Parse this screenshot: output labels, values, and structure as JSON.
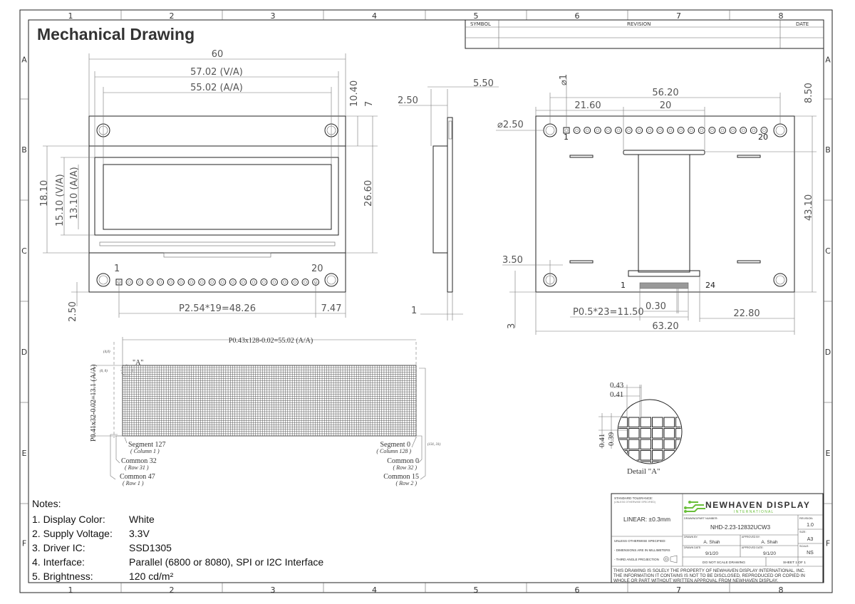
{
  "title": "Mechanical Drawing",
  "zones": {
    "columns": [
      "1",
      "2",
      "3",
      "4",
      "5",
      "6",
      "7",
      "8"
    ],
    "rows": [
      "A",
      "B",
      "C",
      "D",
      "E",
      "F"
    ]
  },
  "revision_table": {
    "headers": [
      "SYMBOL",
      "REVISION",
      "DATE"
    ]
  },
  "front_view": {
    "width": "60",
    "va_width": "57.02 (V/A)",
    "aa_width": "55.02 (A/A)",
    "dim_top1": "10.40",
    "dim_top2": "7",
    "height": "26.60",
    "dim_left1": "18.10",
    "dim_left2": "15.10 (V/A)",
    "dim_left3": "13.10 (A/A)",
    "pin_first": "1",
    "pin_last": "20",
    "pitch": "P2.54*19=48.26",
    "pin_offset": "7.47",
    "pin_y": "2.50"
  },
  "side_view": {
    "dim_a": "2.50",
    "dim_b": "5.50",
    "dim_c": "1"
  },
  "rear_view": {
    "hole_dia": "⌀1",
    "mount_dia": "⌀2.50",
    "pin_span": "56.20",
    "offset": "21.60",
    "fpc_width": "20",
    "top": "8.50",
    "height": "43.10",
    "hole_x": "3.50",
    "hole_y": "3",
    "pin_first": "1",
    "pin_last": "20",
    "fpc_first": "1",
    "fpc_last": "24",
    "fpc_pitch": "P0.5*23=11.50",
    "fpc_pin": "0.30",
    "fpc_offset": "22.80",
    "width": "63.20"
  },
  "pixel_map": {
    "width_dim": "P0.43x128-0.02=55.02 (A/A)",
    "height_dim": "P0.41x32-0.02=13.1 (A/A)",
    "origin": "(0, 0)",
    "origin2": "(4,0)",
    "end": "(131, 31)",
    "detail_ref": "\"A\"",
    "labels": {
      "seg127": "Segment 127",
      "col1": "( Column 1 )",
      "com32": "Common 32",
      "row31": "( Row 31 )",
      "com47": "Common 47",
      "row1": "( Row 1 )",
      "seg0": "Segment 0",
      "col128": "( Column 128 )",
      "com0": "Common 0",
      "row32": "( Row 32 )",
      "com15": "Common 15",
      "row2": "( Row 2 )"
    },
    "columns": 128,
    "rows": 32
  },
  "detail_a": {
    "pitch_x": "0.43",
    "dot_x": "0.41",
    "pitch_y": "0.41",
    "dot_y": "0.39",
    "label": "Detail \"A\""
  },
  "notes": {
    "heading": "Notes:",
    "items": [
      {
        "label": "1. Display Color:",
        "value": "White"
      },
      {
        "label": "2. Supply Voltage:",
        "value": "3.3V"
      },
      {
        "label": "3. Driver IC:",
        "value": "SSD1305"
      },
      {
        "label": "4. Interface:",
        "value": "Parallel (6800 or 8080), SPI or I2C Interface"
      },
      {
        "label": "5. Brightness:",
        "value": "120 cd/m²"
      }
    ]
  },
  "title_block": {
    "std_tol": "STANDARD TOLERANCE:",
    "std_tol_sub": "(UNLESS OTHERWISE SPECIFIED)",
    "linear": "LINEAR:   ±0.3mm",
    "unless": "UNLESS OTHERWISE SPECIFIED:",
    "mm": "- DIMENSIONS ARE IN MILLIMETERS",
    "proj": "- THIRD ANGLE PROJECTION",
    "company": "NEWHAVEN DISPLAY",
    "company_sub": "I N T E R N A T I O N A L",
    "part_label": "DRAWING/PART NUMBER:",
    "part": "NHD-2.23-12832UCW3",
    "rev_label": "REVISION:",
    "rev": "1.0",
    "size_label": "SIZE:",
    "size": "A3",
    "scale_label": "SCALE:",
    "scale": "NS",
    "drawn_label": "DRAWN BY:",
    "drawn": "A. Shah",
    "approved_label": "APPROVED BY:",
    "approved": "A. Shah",
    "drawn_date_label": "DRAWN DATE:",
    "drawn_date": "9/1/20",
    "approved_date_label": "APPROVED DATE:",
    "approved_date": "9/1/20",
    "no_scale": "DO NOT SCALE DRAWING",
    "sheet": "SHEET 1 OF 1",
    "disclaimer": [
      "THIS DRAWING IS SOLELY THE PROPERTY OF NEWHAVEN DISPLAY INTERNATIONAL, INC.",
      "THE INFORMATION IT CONTAINS IS NOT TO BE DISCLOSED, REPRODUCED OR COPIED IN",
      "WHOLE OR PART WITHOUT WRITTEN APPROVAL FROM NEWHAVEN DISPLAY."
    ],
    "logo_color": "#6abf3a"
  }
}
